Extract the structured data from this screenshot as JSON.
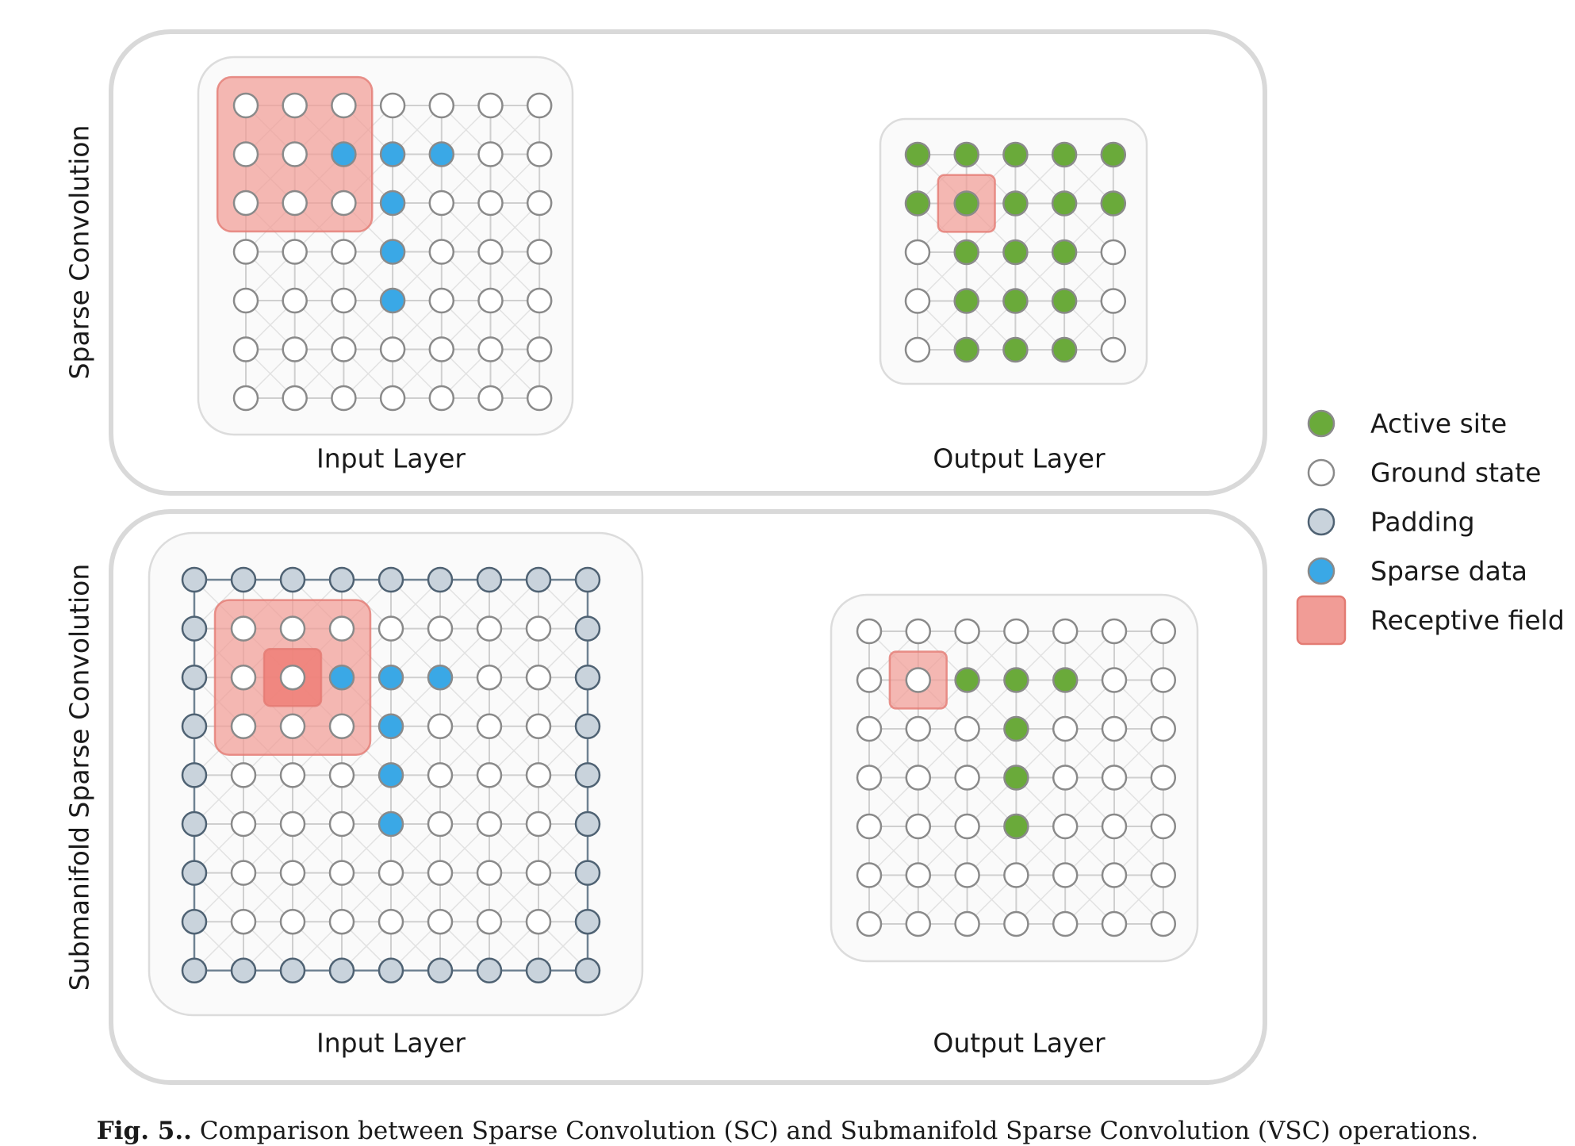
{
  "panels": {
    "sparse_convolution": {
      "side_label": "Sparse Convolution",
      "input_label": "Input Layer",
      "output_label": "Output Layer"
    },
    "submanifold_sparse_convolution": {
      "side_label": "Submanifold Sparse Convolution",
      "input_label": "Input Layer",
      "output_label": "Output Layer"
    }
  },
  "legend": [
    {
      "label": "Active site",
      "key": "active"
    },
    {
      "label": "Ground state",
      "key": "ground"
    },
    {
      "label": "Padding",
      "key": "padding"
    },
    {
      "label": "Sparse data",
      "key": "sparse"
    },
    {
      "label": "Receptive field",
      "key": "receptive"
    }
  ],
  "colors": {
    "active": "#6aaa3a",
    "ground": "#ffffff",
    "padding": "#c9d3dc",
    "sparse": "#3aa8e6",
    "receptive": "#f19c96",
    "node_stroke": "#8a8a8a",
    "panel_border": "#d6d6d6",
    "grid_bg": "#fafafa"
  },
  "grids": {
    "sc_input": {
      "rows": [
        "GGGGGGG",
        "GGSSSGG",
        "GGGSGGG",
        "GGGSGGG",
        "GGGSGGG",
        "GGGGGGG",
        "GGGGGGG"
      ],
      "receptive_fields": [
        {
          "row": 0,
          "col": 0,
          "size": 3,
          "strong": false
        }
      ]
    },
    "sc_output": {
      "rows": [
        "AAAAA",
        "AAAAA",
        "GAAAG",
        "GAAAG",
        "GAAAG"
      ],
      "receptive_fields": [
        {
          "row": 1,
          "col": 1,
          "size": 1,
          "strong": false
        }
      ]
    },
    "vsc_input": {
      "rows": [
        "PPPPPPPPP",
        "PGGGGGGGP",
        "PGGSSSGGP",
        "PGGGSGGGP",
        "PGGGSGGGP",
        "PGGGSGGGP",
        "PGGGGGGGP",
        "PGGGGGGGP",
        "PPPPPPPPP"
      ],
      "receptive_fields": [
        {
          "row": 1,
          "col": 1,
          "size": 3,
          "strong": false
        },
        {
          "row": 2,
          "col": 2,
          "size": 1,
          "strong": true
        }
      ]
    },
    "vsc_output": {
      "rows": [
        "GGGGGGG",
        "GGAAAGG",
        "GGGAGGG",
        "GGGAGGG",
        "GGGAGGG",
        "GGGGGGG",
        "GGGGGGG"
      ],
      "receptive_fields": [
        {
          "row": 1,
          "col": 1,
          "size": 1,
          "strong": false
        }
      ]
    }
  },
  "caption": {
    "prefix": "Fig. 5..",
    "text": "Comparison between Sparse Convolution (SC) and Submanifold Sparse Convolution (VSC) operations."
  }
}
